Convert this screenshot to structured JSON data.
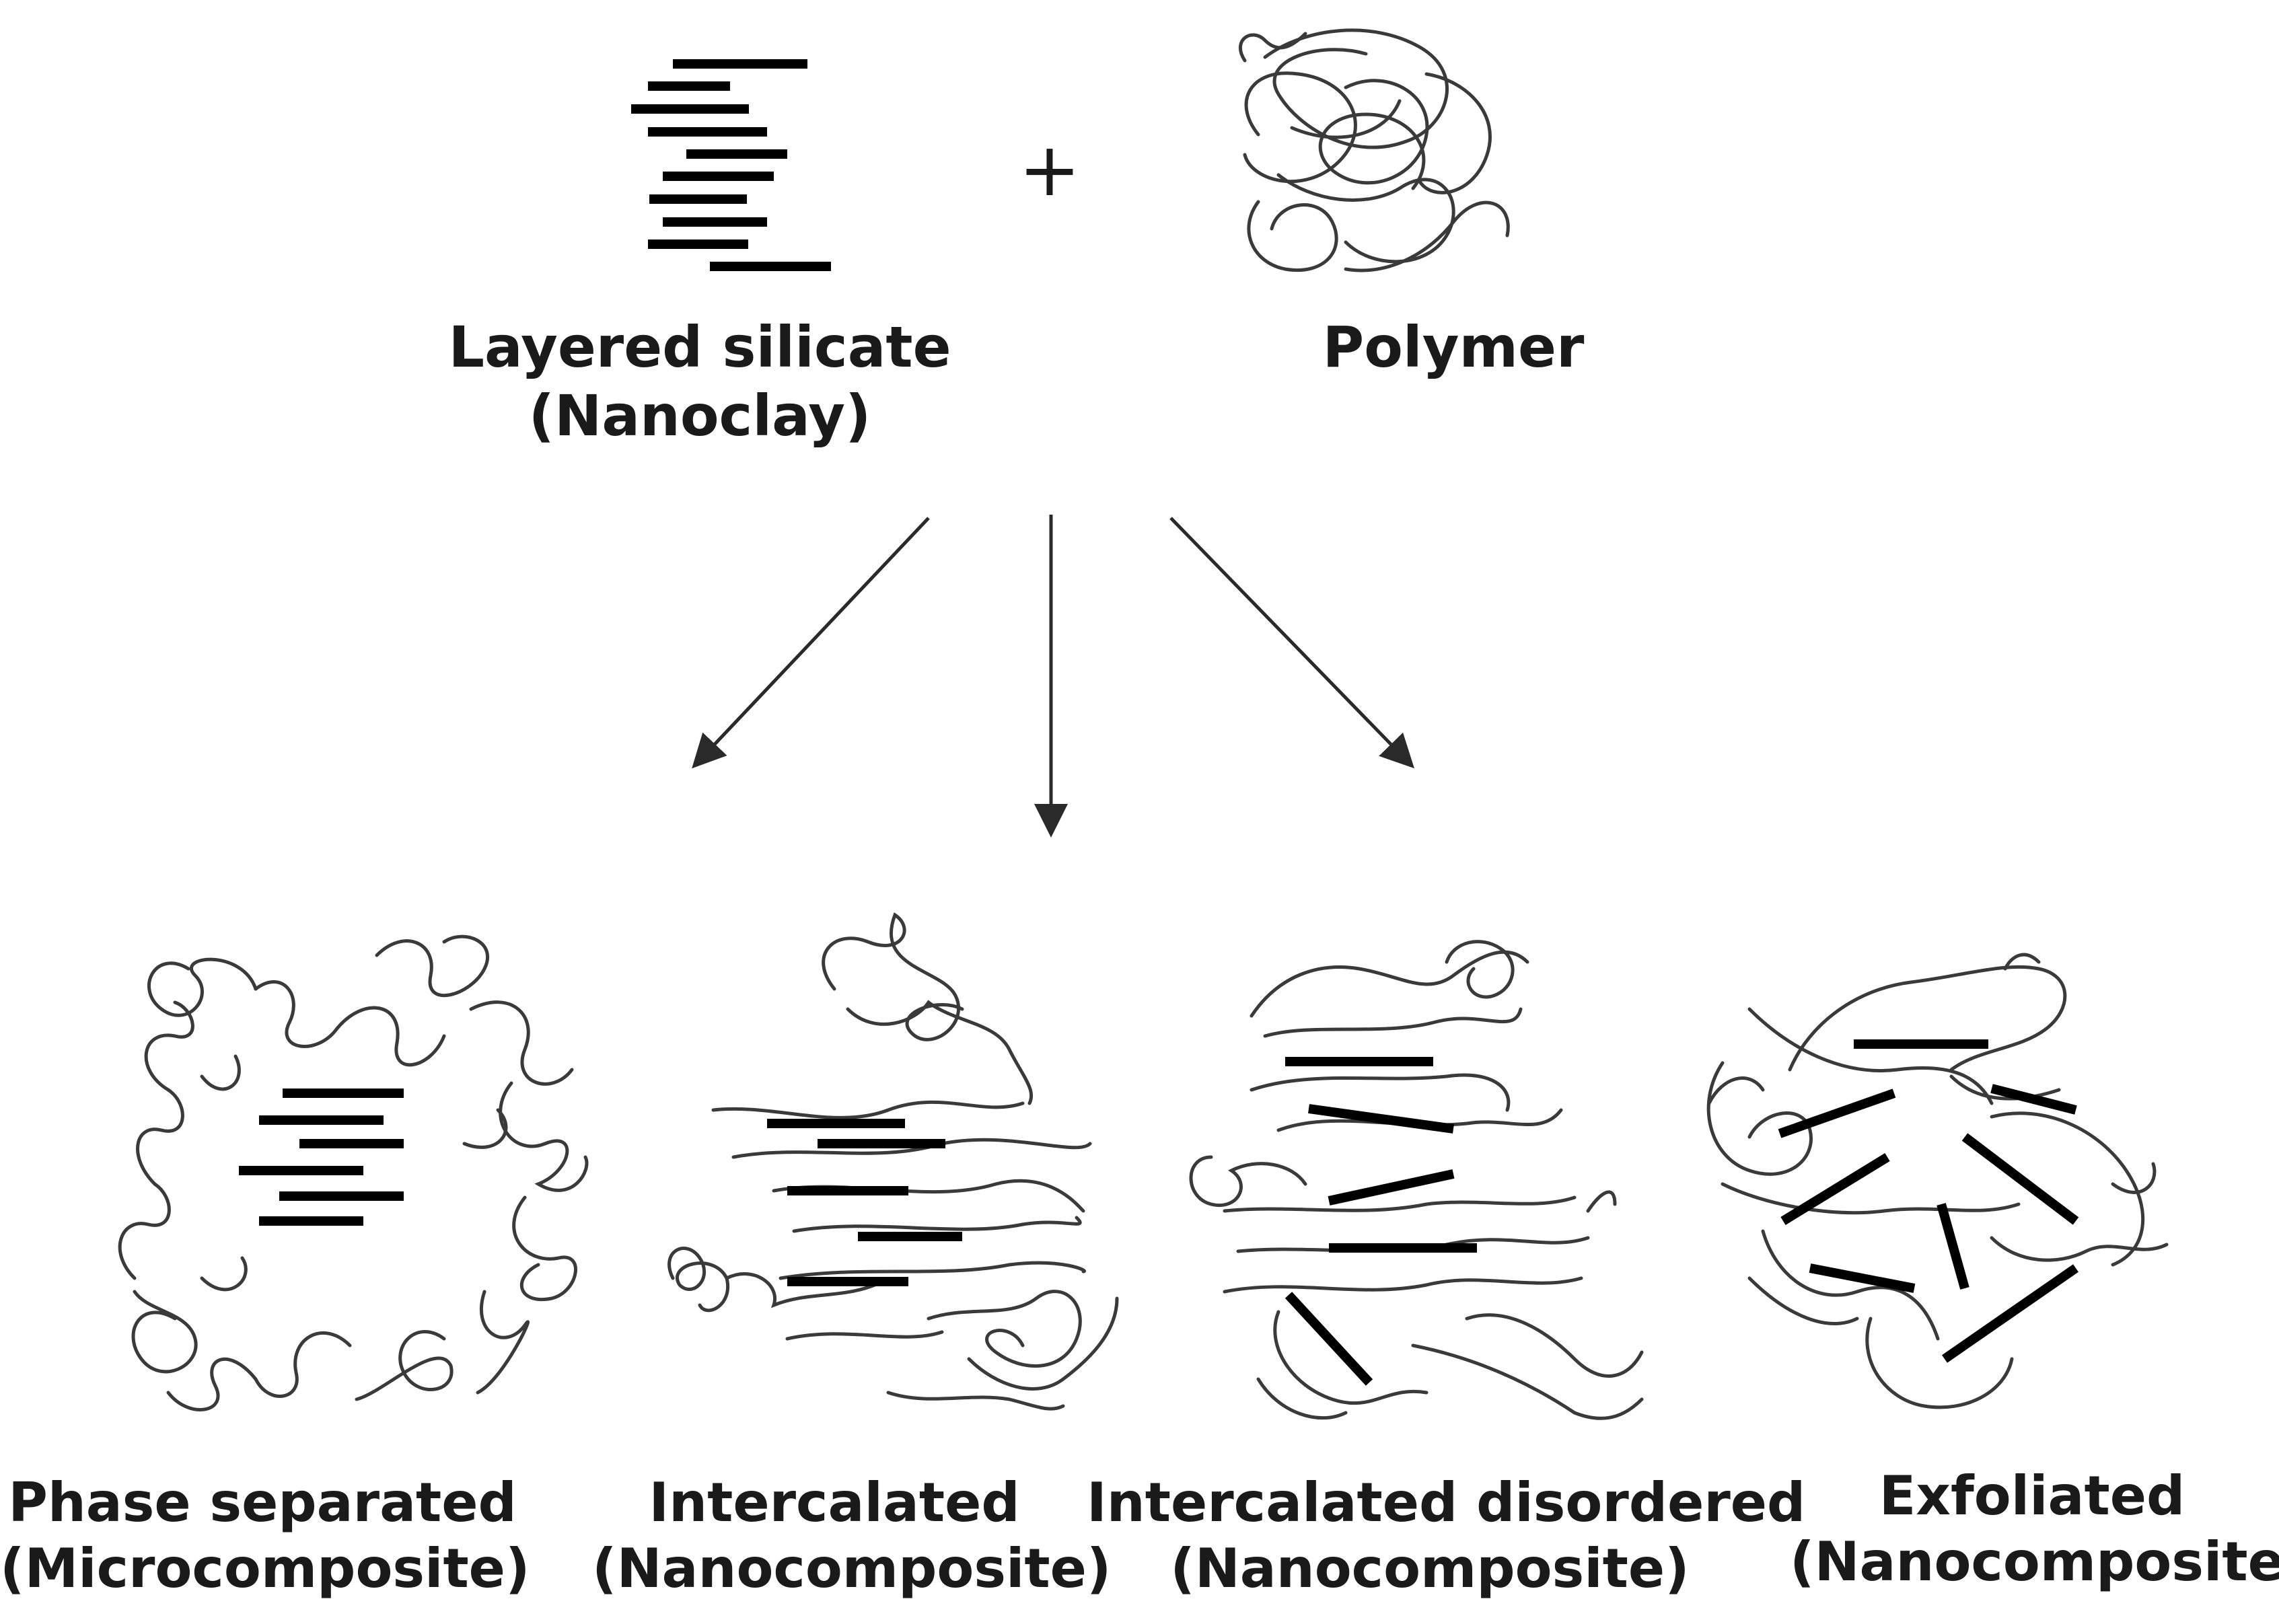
{
  "diagram": {
    "plus_sign": "+",
    "inputs": {
      "layered_silicate": {
        "line1": "Layered silicate",
        "line2": "(Nanoclay)"
      },
      "polymer": {
        "line1": "Polymer"
      }
    },
    "outcomes": [
      {
        "line1": "Phase separated",
        "line2": "(Microcomposite)"
      },
      {
        "line1": "Intercalated",
        "line2": "(Nanocomposite)"
      },
      {
        "line1": "Intercalated disordered",
        "line2": "(Nanocomposite)"
      },
      {
        "line1": "Exfoliated",
        "line2": "(Nanocomposite)"
      }
    ],
    "colors": {
      "platelet": "#000000",
      "polymer_chain": "#3a3a3a",
      "arrow": "#2a2a2a",
      "text": "#1a1a1a"
    }
  }
}
